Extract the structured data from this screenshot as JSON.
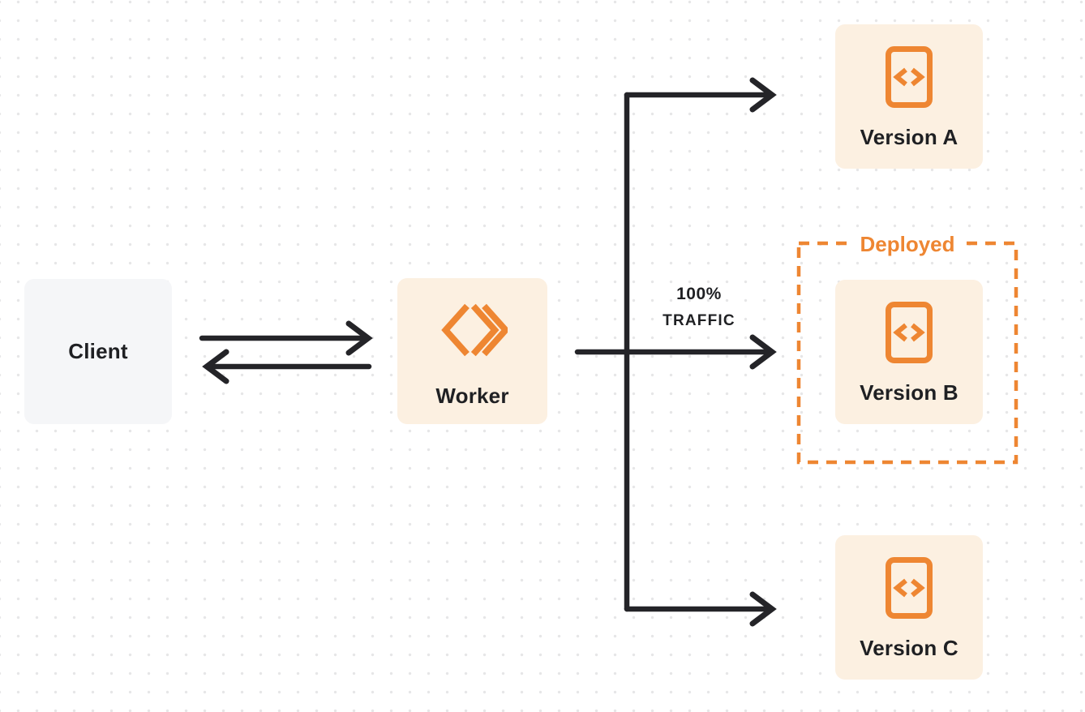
{
  "diagram": {
    "title": "worker-version-traffic-routing",
    "colors": {
      "accent_orange": "#ee8632",
      "node_peach": "#fcf0e1",
      "node_gray": "#f5f6f8",
      "arrow_dark": "#242428",
      "text_dark": "#1f2023",
      "dot_grid": "#e6e6e7"
    },
    "nodes": {
      "client": {
        "label": "Client"
      },
      "worker": {
        "label": "Worker",
        "icon": "workers-chevrons-icon"
      },
      "version_a": {
        "label": "Version A",
        "icon": "code-file-icon"
      },
      "version_b": {
        "label": "Version B",
        "icon": "code-file-icon"
      },
      "version_c": {
        "label": "Version C",
        "icon": "code-file-icon"
      }
    },
    "deployed_group": {
      "label": "Deployed"
    },
    "traffic_label": {
      "line1": "100%",
      "line2": "TRAFFIC"
    }
  }
}
